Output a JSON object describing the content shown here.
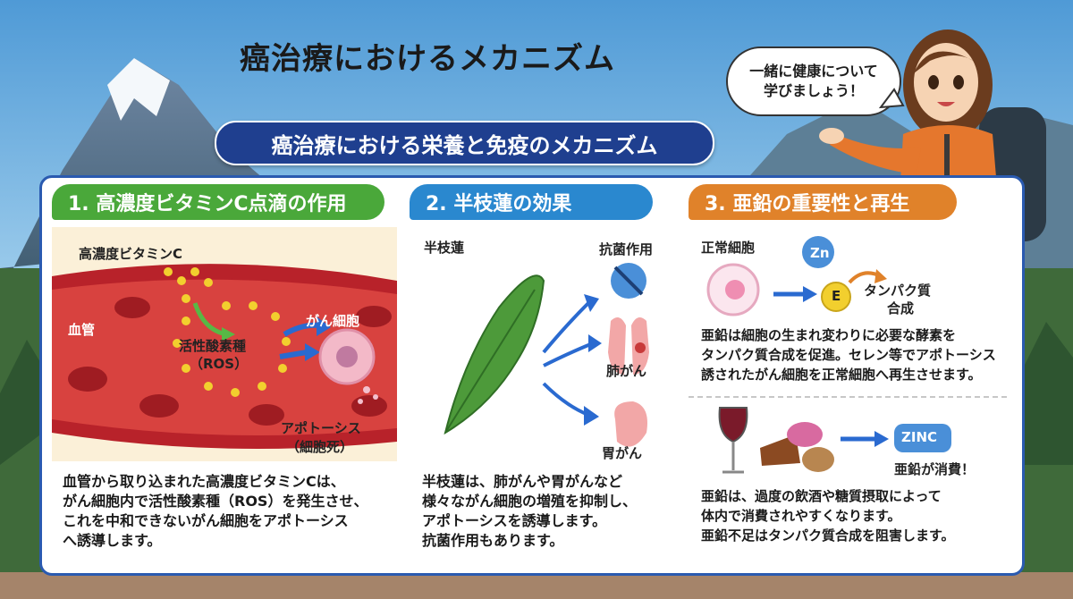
{
  "title": "癌治療におけるメカニズム",
  "subtitle": "癌治療における栄養と免疫のメカニズム",
  "speech": {
    "line1": "一緒に健康について",
    "line2": "学びましょう！"
  },
  "sections": [
    {
      "heading": "1. 高濃度ビタミンC点滴の作用",
      "labels": {
        "vitc": "高濃度ビタミンC",
        "vessel": "血管",
        "ros1": "活性酸素種",
        "ros2": "（ROS）",
        "cancer": "がん細胞",
        "apoptosis1": "アポトーシス",
        "apoptosis2": "（細胞死）"
      },
      "text": [
        "血管から取り込まれた高濃度ビタミンCは、",
        "がん細胞内で活性酸素種（ROS）を発生させ、",
        "これを中和できないがん細胞をアポトーシス",
        "へ誘導します。"
      ]
    },
    {
      "heading": "2. 半枝蓮の効果",
      "labels": {
        "herb": "半枝蓮",
        "antibacterial": "抗菌作用",
        "lung": "肺がん",
        "stomach": "胃がん"
      },
      "text": [
        "半枝蓮は、肺がんや胃がんなど",
        "様々ながん細胞の増殖を抑制し、",
        "アポトーシスを誘導します。",
        "抗菌作用もあります。"
      ]
    },
    {
      "heading": "3. 亜鉛の重要性と再生",
      "labels": {
        "normal": "正常細胞",
        "zn": "Zn",
        "e": "E",
        "protein1": "タンパク質",
        "protein2": "合成",
        "zinc": "ZINC",
        "consumed": "亜鉛が消費！"
      },
      "text_top": [
        "亜鉛は細胞の生まれ変わりに必要な酵素を",
        "タンパク質合成を促進。セレン等でアポトーシス",
        "誘されたがん細胞を正常細胞へ再生させます。"
      ],
      "text_bottom": [
        "亜鉛は、過度の飲酒や糖質摂取によって",
        "体内で消費されやすくなります。",
        "亜鉛不足はタンパク質合成を阻害します。"
      ]
    }
  ]
}
